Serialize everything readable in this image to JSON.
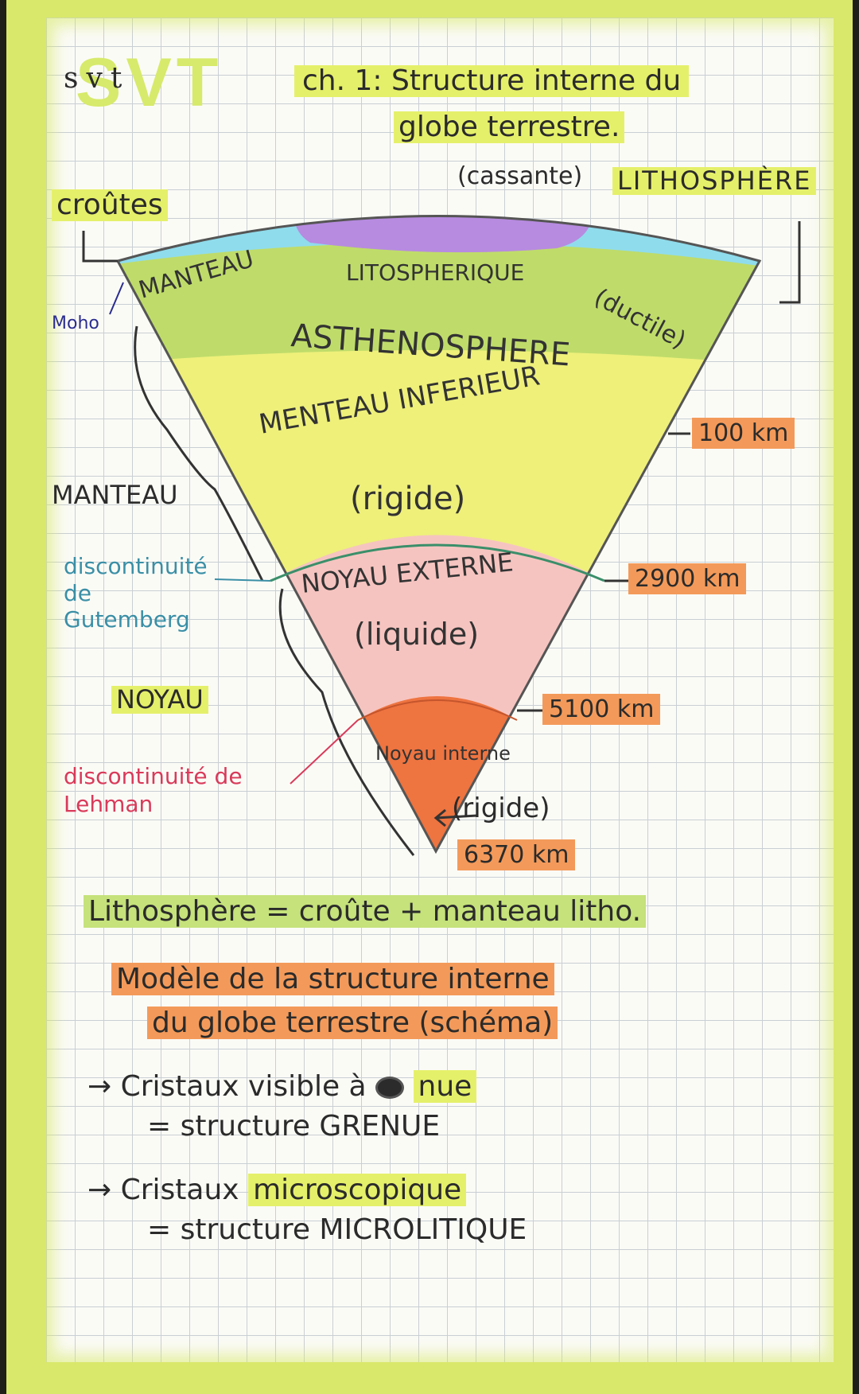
{
  "header": {
    "subject": "svt",
    "title_line1": "ch. 1: Structure interne du",
    "title_line2": "globe terrestre."
  },
  "diagram": {
    "label_croutes": "croûtes",
    "label_cassante": "(cassante)",
    "label_lithosphere": "LITHOSPHÈRE",
    "label_moho": "Moho",
    "label_manteau_top": "MANTEAU",
    "label_litospherique": "LITOSPHERIQUE",
    "label_asthenosphere": "ASTHENOSPHERE",
    "label_ductile": "(ductile)",
    "label_manteau_inferieur": "MENTEAU INFERIEUR",
    "label_rigide_mantle": "(rigide)",
    "label_manteau_left": "MANTEAU",
    "label_gutenberg": "discontinuité de Gutemberg",
    "label_noyau_externe": "NOYAU EXTERNE",
    "label_liquide": "(liquide)",
    "label_noyau_left": "NOYAU",
    "label_noyau_interne": "Noyau interne",
    "label_lehman": "discontinuité de Lehman",
    "label_rigide_core": "(rigide)",
    "depth_100": "100 km",
    "depth_2900": "2900 km",
    "depth_5100": "5100 km",
    "depth_6370": "6370 km",
    "colors": {
      "crust_purple": "#b78be0",
      "crust_gray": "#c6ccd6",
      "litho_mantle_cyan": "#8fdcec",
      "asthenosphere_green": "#bfdc6a",
      "lower_mantle_yellow": "#eef07a",
      "outer_core_pink": "#f6c4c0",
      "inner_core_orange": "#ee7440"
    }
  },
  "notes": {
    "lithosphere_def": "Lithosphère = croûte + manteau litho.",
    "model_line1": "Modèle de la structure interne",
    "model_line2": "du globe terrestre (schéma)",
    "cristaux1_line1_a": "→ Cristaux visible à",
    "cristaux1_line1_b": "nue",
    "cristaux1_line2": "= structure GRENUE",
    "cristaux2_line1_a": "→ Cristaux",
    "cristaux2_line1_b": "microscopique",
    "cristaux2_line2": "= structure MICROLITIQUE"
  }
}
